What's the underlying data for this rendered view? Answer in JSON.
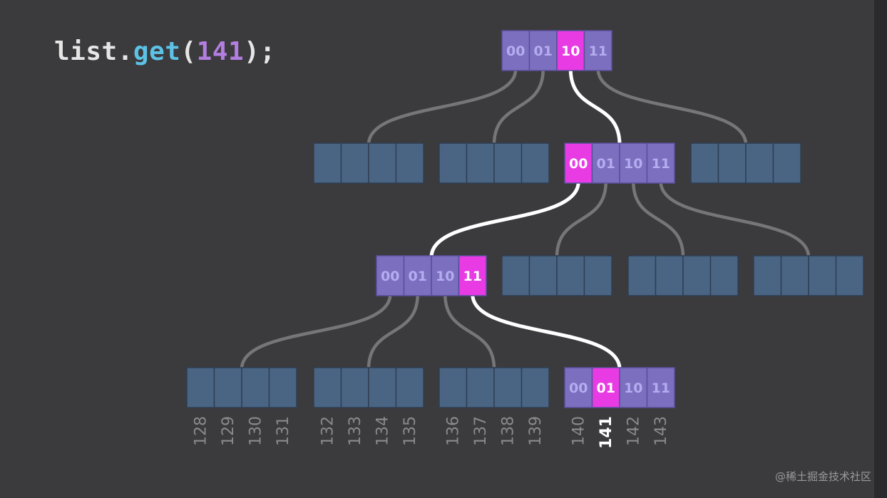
{
  "code": {
    "obj": "list",
    "dot": ".",
    "method": "get",
    "open_paren": "(",
    "arg": "141",
    "close": ");"
  },
  "colors": {
    "background": "#3b3a3d",
    "node_block": "#4a6584",
    "node_divider": "#2f3e52",
    "active_cell": "#7c6fc0",
    "active_text": "#b4acef",
    "selected_cell": "#e83be4",
    "selected_text": "#ffffff",
    "edge_gray": "#767679",
    "edge_path": "#ffffff",
    "code_default": "#e6e6e6",
    "code_method": "#5cc2e6",
    "code_number": "#b27ee0",
    "leaf_label": "#8a8a8e",
    "leaf_label_highlight": "#ffffff"
  },
  "tree": {
    "cell_labels": [
      "00",
      "01",
      "10",
      "11"
    ],
    "levels": [
      {
        "nodes": [
          {
            "id": "root",
            "active": true,
            "selected": 2
          }
        ]
      },
      {
        "nodes": [
          {
            "id": "l1-0",
            "active": false
          },
          {
            "id": "l1-1",
            "active": false
          },
          {
            "id": "l1-2",
            "active": true,
            "selected": 0
          },
          {
            "id": "l1-3",
            "active": false
          }
        ]
      },
      {
        "nodes": [
          {
            "id": "l2-0",
            "active": true,
            "selected": 3
          },
          {
            "id": "l2-1",
            "active": false
          },
          {
            "id": "l2-2",
            "active": false
          },
          {
            "id": "l2-3",
            "active": false
          }
        ]
      },
      {
        "nodes": [
          {
            "id": "l3-0",
            "active": false
          },
          {
            "id": "l3-1",
            "active": false
          },
          {
            "id": "l3-2",
            "active": false
          },
          {
            "id": "l3-3",
            "active": true,
            "selected": 1
          }
        ]
      }
    ],
    "leaf_labels": [
      "128",
      "129",
      "130",
      "131",
      "132",
      "133",
      "134",
      "135",
      "136",
      "137",
      "138",
      "139",
      "140",
      "141",
      "142",
      "143"
    ],
    "highlighted_leaf": "141"
  },
  "watermark": "@稀土掘金技术社区"
}
